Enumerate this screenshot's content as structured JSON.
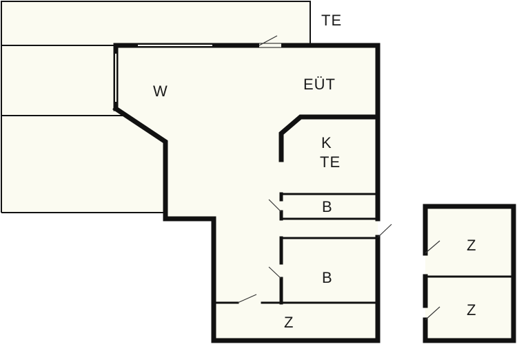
{
  "rooms": {
    "terrace_top": "TE",
    "living": "W",
    "dining": "EÜT",
    "kitchen_line1": "K",
    "kitchen_line2": "TE",
    "bath_small": "B",
    "bath_large": "B",
    "room_bottom": "Z",
    "annex_room_top": "Z",
    "annex_room_bottom": "Z"
  },
  "colors": {
    "wall": "#111111",
    "room_fill": "#fbfbf1",
    "background": "#ffffff"
  }
}
